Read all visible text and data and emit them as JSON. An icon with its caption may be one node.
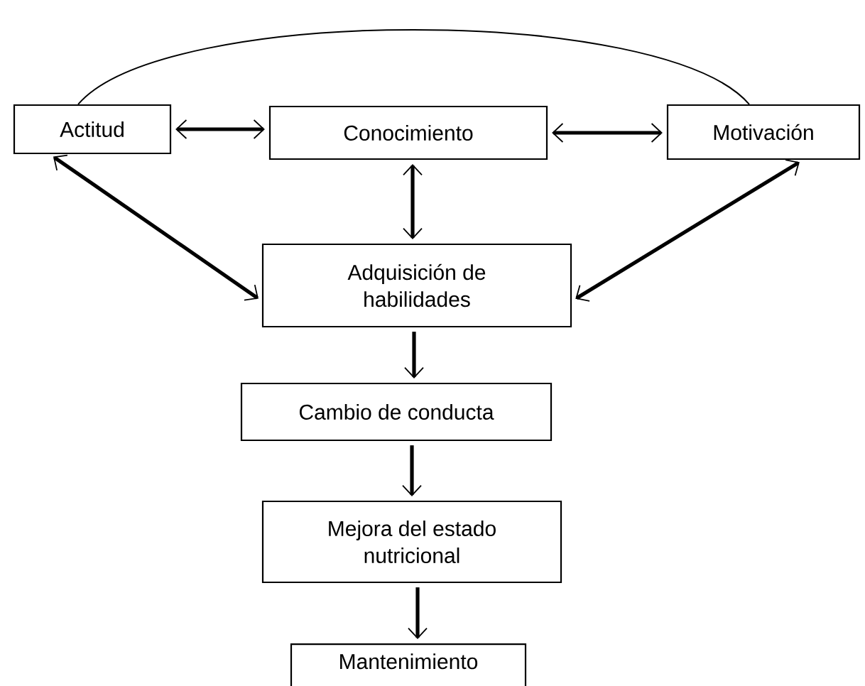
{
  "diagram": {
    "nodes": [
      {
        "text": [
          "Actitud"
        ]
      },
      {
        "text": [
          "Conocimiento"
        ]
      },
      {
        "text": [
          "Motivación"
        ]
      },
      {
        "text": [
          "Adquisición de habilidades"
        ]
      },
      {
        "text": [
          "Cambio de conducta"
        ]
      },
      {
        "text": [
          "Mejora del estado nutricional"
        ]
      },
      {
        "text": [
          "Mantenimiento"
        ]
      }
    ],
    "edges": [
      {
        "from": 0,
        "to": 1,
        "arrow": "both"
      },
      {
        "from": 1,
        "to": 2,
        "arrow": "both"
      },
      {
        "from": 0,
        "to": 2,
        "arrow": "none"
      },
      {
        "from": 1,
        "to": 3,
        "arrow": "both"
      },
      {
        "from": 0,
        "to": 3,
        "arrow": "both"
      },
      {
        "from": 2,
        "to": 3,
        "arrow": "both"
      },
      {
        "from": 3,
        "to": 4,
        "arrow": "to"
      },
      {
        "from": 4,
        "to": 5,
        "arrow": "to"
      },
      {
        "from": 5,
        "to": 6,
        "arrow": "to"
      }
    ]
  }
}
